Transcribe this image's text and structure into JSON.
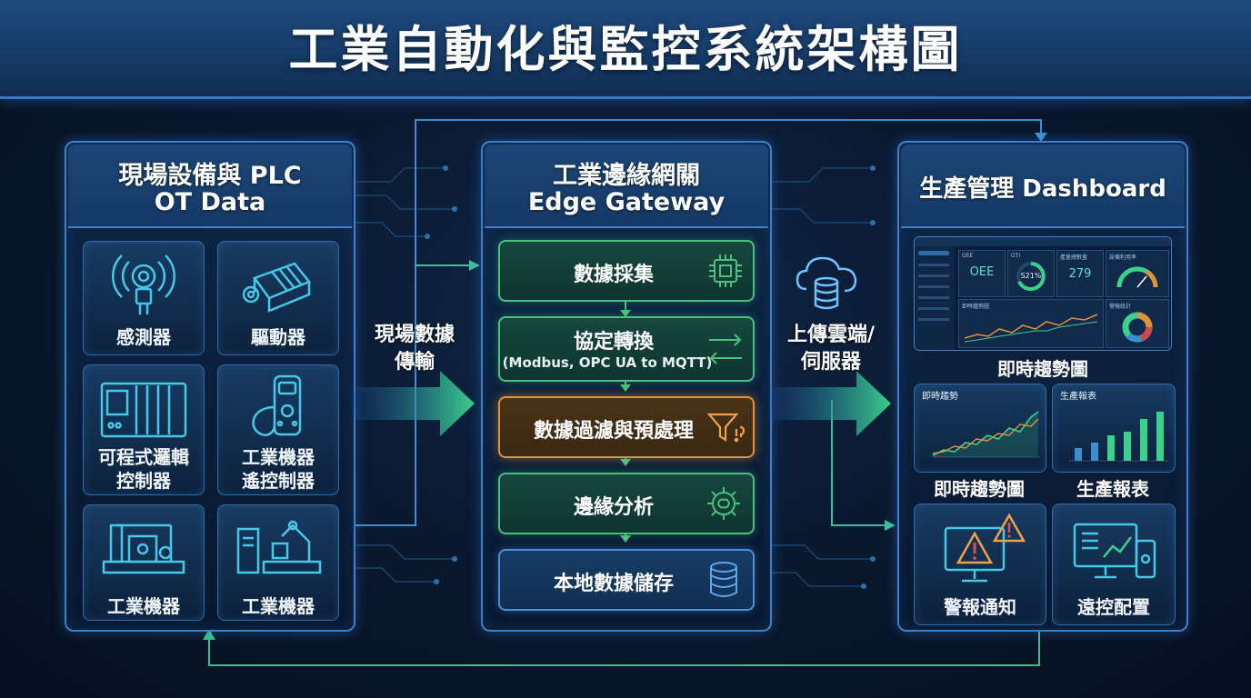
{
  "header": {
    "title": "工業自動化與監控系統架構圖"
  },
  "left_panel": {
    "title_line1": "現場設備與 PLC",
    "title_line2": "OT Data",
    "tiles": [
      {
        "label": "感測器",
        "icon": "sensor-icon"
      },
      {
        "label": "驅動器",
        "icon": "motor-icon"
      },
      {
        "label_line1": "可程式邏輯",
        "label_line2": "控制器",
        "icon": "plc-icon"
      },
      {
        "label_line1": "工業機器",
        "label_line2": "遙控制器",
        "icon": "remote-controller-icon"
      },
      {
        "label": "工業機器",
        "icon": "machine-icon"
      },
      {
        "label": "工業機器",
        "icon": "robot-arm-icon"
      }
    ]
  },
  "flow_left": {
    "line1": "現場數據",
    "line2": "傳輸"
  },
  "center_panel": {
    "title_line1": "工業邊緣網關",
    "title_line2": "Edge Gateway",
    "steps": [
      {
        "label": "數據採集",
        "icon": "chip-icon"
      },
      {
        "label": "協定轉換",
        "sublabel": "(Modbus, OPC UA to MQTT)",
        "icon": "convert-arrows-icon"
      },
      {
        "label": "數據過濾與預處理",
        "icon": "funnel-icon"
      },
      {
        "label": "邊緣分析",
        "icon": "gear-brain-icon"
      },
      {
        "label": "本地數據儲存",
        "icon": "database-icon"
      }
    ]
  },
  "flow_right": {
    "line1": "上傳雲端/",
    "line2": "伺服器",
    "icon": "cloud-database-icon"
  },
  "right_panel": {
    "title": "生產管理 Dashboard",
    "dashboard": {
      "kpis": [
        {
          "title": "OEE",
          "value": "OEE"
        },
        {
          "title": "OTI",
          "value": "S21%"
        },
        {
          "title": "產量總數量",
          "value": "279"
        },
        {
          "title": "設備利用率",
          "value": ""
        }
      ],
      "chart_title": "即時趨勢圖",
      "pie_title": "警報統計"
    },
    "dashboard_caption": "即時趨勢圖",
    "cards": [
      {
        "label": "即時趨勢圖",
        "chart_title": "即時趨勢"
      },
      {
        "label": "生產報表",
        "chart_title": "生產報表"
      },
      {
        "label": "警報通知",
        "icon": "alert-monitor-icon"
      },
      {
        "label": "遠控配置",
        "icon": "remote-config-icon"
      }
    ]
  },
  "colors": {
    "accent_blue": "#3f7fc8",
    "step_green": "#49c07e",
    "step_orange": "#e0913a",
    "flow_arrow": "#3bd18a"
  }
}
